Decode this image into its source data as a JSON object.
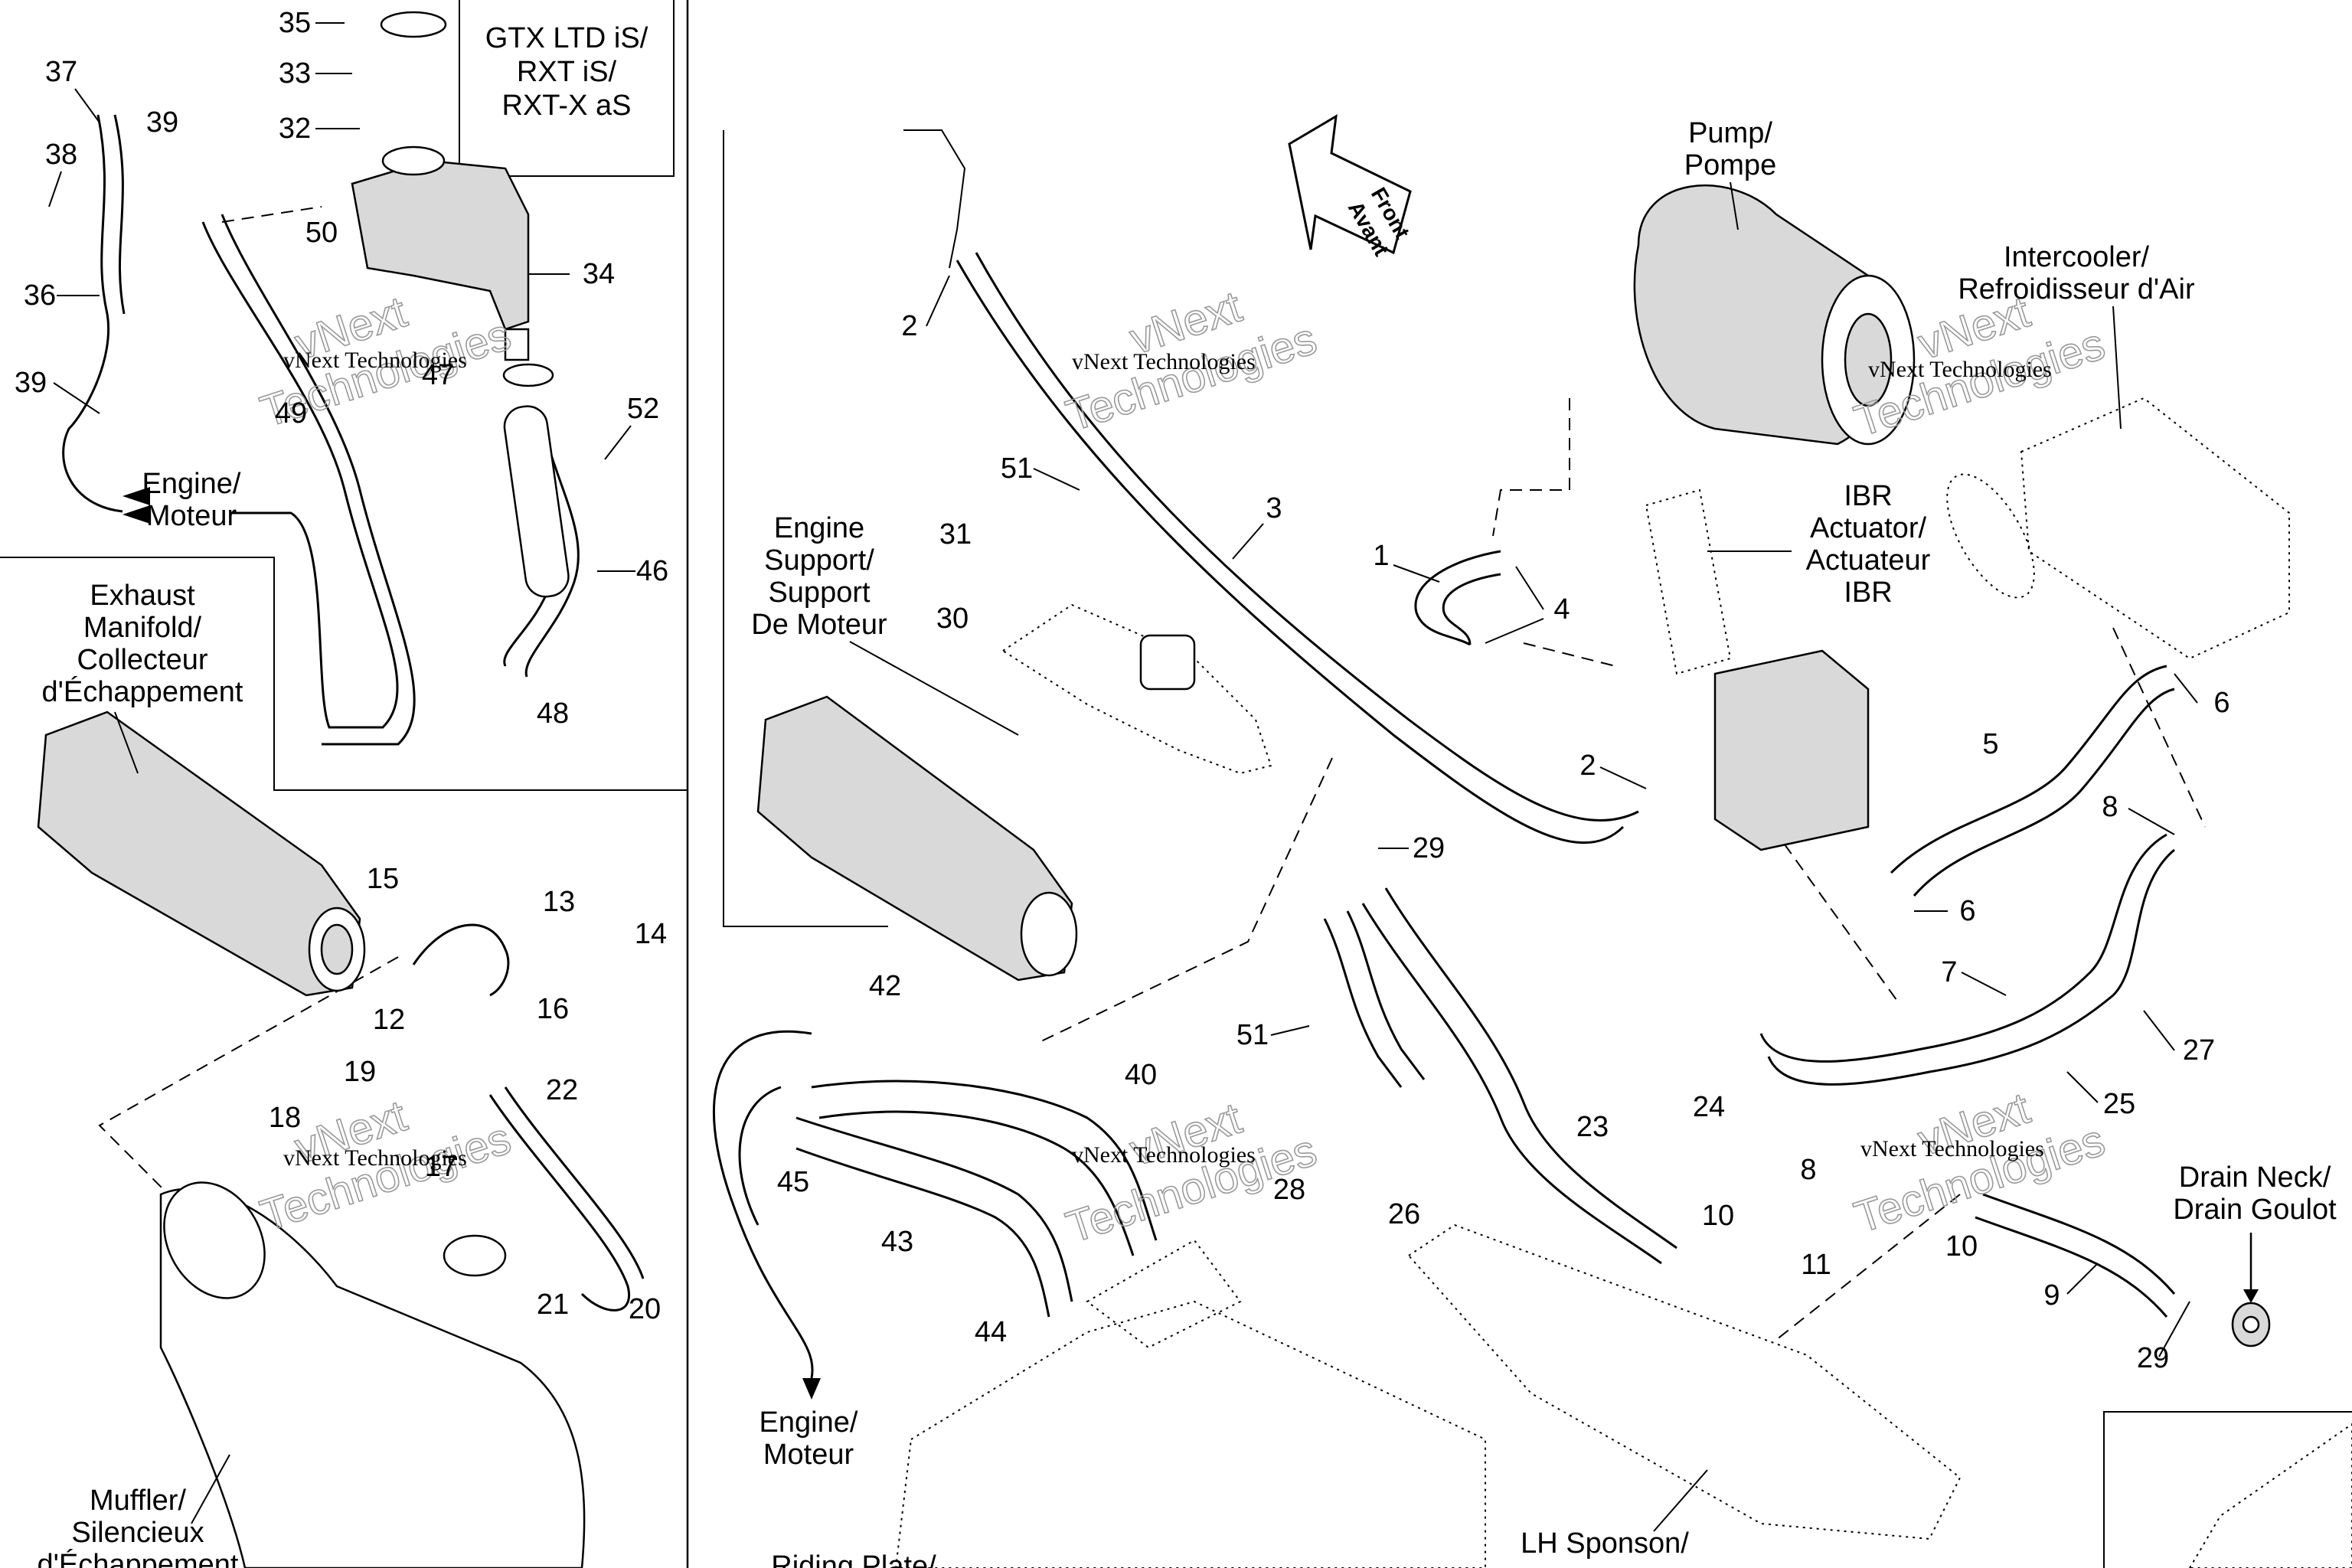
{
  "variant_box": [
    "GTX LTD iS/",
    "RXT iS/",
    "RXT-X aS"
  ],
  "front_arrow": [
    "Front",
    "Avant"
  ],
  "watermarks": {
    "small": "vNext Technologies",
    "big_top": "vNext",
    "big_bottom": "Technologies"
  },
  "components": {
    "exhaust_manifold": [
      "Exhaust",
      "Manifold/",
      "Collecteur",
      "d'Échappement"
    ],
    "engine_support": [
      "Engine",
      "Support/",
      "Support",
      "De Moteur"
    ],
    "engine_top": [
      "Engine/",
      "Moteur"
    ],
    "engine_bottom": [
      "Engine/",
      "Moteur"
    ],
    "pump": [
      "Pump/",
      "Pompe"
    ],
    "intercooler": [
      "Intercooler/",
      "Refroidisseur d'Air"
    ],
    "ibr_actuator": [
      "IBR",
      "Actuator/",
      "Actuateur",
      "IBR"
    ],
    "drain_neck": [
      "Drain Neck/",
      "Drain Goulot"
    ],
    "muffler": [
      "Muffler/",
      "Silencieux",
      "d'Échappement"
    ],
    "riding_plate": "Riding Plate/",
    "lh_sponson": "LH Sponson/"
  },
  "callouts": [
    "35",
    "33",
    "32",
    "37",
    "38",
    "39",
    "39",
    "36",
    "50",
    "34",
    "47",
    "49",
    "52",
    "46",
    "48",
    "15",
    "13",
    "14",
    "16",
    "12",
    "19",
    "22",
    "18",
    "17",
    "21",
    "20",
    "2",
    "51",
    "3",
    "31",
    "30",
    "1",
    "4",
    "2",
    "29",
    "51",
    "42",
    "40",
    "45",
    "43",
    "28",
    "44",
    "23",
    "24",
    "26",
    "10",
    "8",
    "11",
    "5",
    "6",
    "8",
    "6",
    "7",
    "27",
    "25",
    "10",
    "9",
    "29"
  ]
}
